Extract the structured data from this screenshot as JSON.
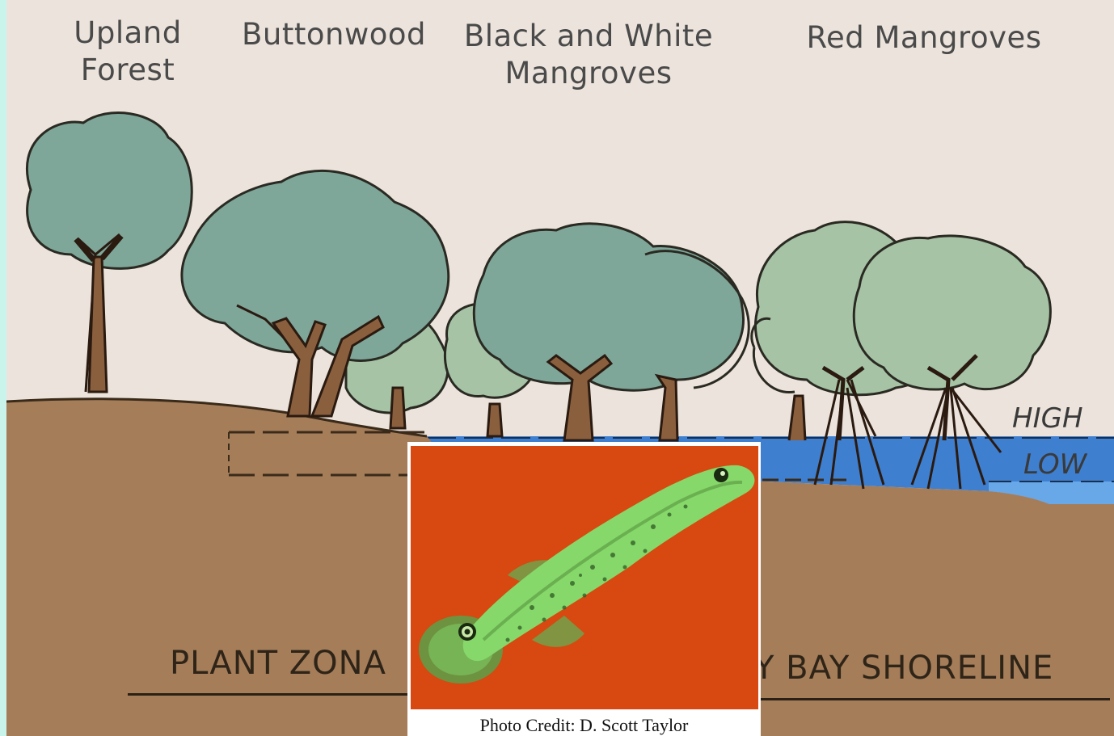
{
  "diagram": {
    "zones": [
      {
        "id": "upland",
        "label": "Upland\nForest"
      },
      {
        "id": "buttonwood",
        "label": "Buttonwood"
      },
      {
        "id": "black-white",
        "label": "Black and White\nMangroves"
      },
      {
        "id": "red",
        "label": "Red Mangroves"
      }
    ],
    "tide_levels": {
      "high": "HIGH",
      "low": "LOW"
    },
    "title_left": "PLANT ZONA",
    "title_right": "Y BAY SHORELINE"
  },
  "inset": {
    "caption": "Photo Credit: D. Scott Taylor",
    "subject": "green killifish on orange background"
  },
  "colors": {
    "page_border": "#c9f4ec",
    "paper": "#ece4dc",
    "soil": "#a57d59",
    "canopy_dark": "#7ea79a",
    "canopy_light": "#a6c3a6",
    "trunk": "#8a5f3e",
    "water": "#3e7fd0",
    "water_light": "#68a8e8",
    "photo_bg": "#de4e12",
    "fish": "#86d86a"
  }
}
